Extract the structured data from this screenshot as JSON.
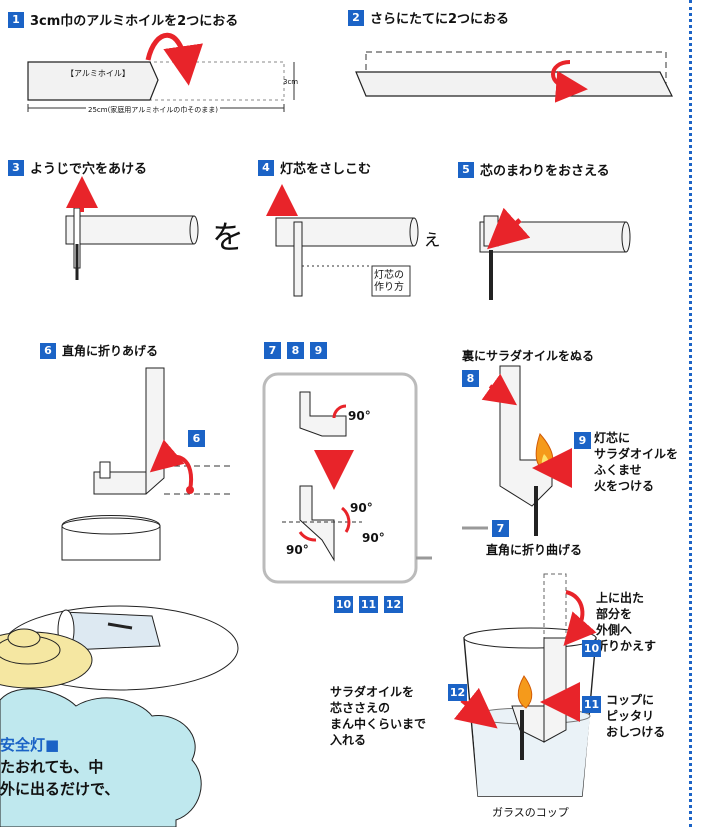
{
  "steps": {
    "s1": {
      "num": "1",
      "title": "3cm巾のアルミホイルを2つにおる"
    },
    "s2": {
      "num": "2",
      "title": "さらにたてに2つにおる"
    },
    "s3": {
      "num": "3",
      "title": "ようじで穴をあける"
    },
    "s4": {
      "num": "4",
      "title": "灯芯をさしこむ"
    },
    "s5": {
      "num": "5",
      "title": "芯のまわりをおさえる"
    },
    "s6": {
      "num": "6",
      "title": "直角に折りあげる"
    },
    "s789": {
      "n7": "7",
      "n8": "8",
      "n9": "9"
    },
    "s101112": {
      "n10": "10",
      "n11": "11",
      "n12": "12"
    }
  },
  "fig1": {
    "foil_label": "【アルミホイル】",
    "height": "3cm",
    "width": "25cm(家庭用アルミホイルの巾そのまま)"
  },
  "overlay_char": "を",
  "overlay_char2": "ぇ",
  "wick_label": "灯芯の\n作り方",
  "fig6_marker": "6",
  "angles": {
    "a1": "90°",
    "a2": "90°",
    "a3": "90°",
    "a4": "90°"
  },
  "right_diagram": {
    "oil_title": "裏にサラダオイルをぬる",
    "n8": "8",
    "n9": "9",
    "step9_text": "灯芯に\nサラダオイルを\nふくませ\n火をつける",
    "n7": "7",
    "step7_text": "直角に折り曲げる"
  },
  "glass_diagram": {
    "n10": "10",
    "step10_text": "上に出た\n部分を\n外側へ\n折りかえす",
    "n11": "11",
    "step11_text": "コップに\nピッタリ\nおしつける",
    "n12": "12",
    "step12_text": "サラダオイルを\n芯ささえの\nまん中くらいまで\n入れる",
    "caption": "ガラスのコップ"
  },
  "cloud": {
    "line1": "安全灯■",
    "line2": "たおれても、中",
    "line3": "外に出るだけで、"
  },
  "colors": {
    "accent_blue": "#1b63c6",
    "arrow_red": "#e8242a",
    "cloud_fill": "#bfe8ee",
    "stone_yellow": "#f5e7a2"
  }
}
